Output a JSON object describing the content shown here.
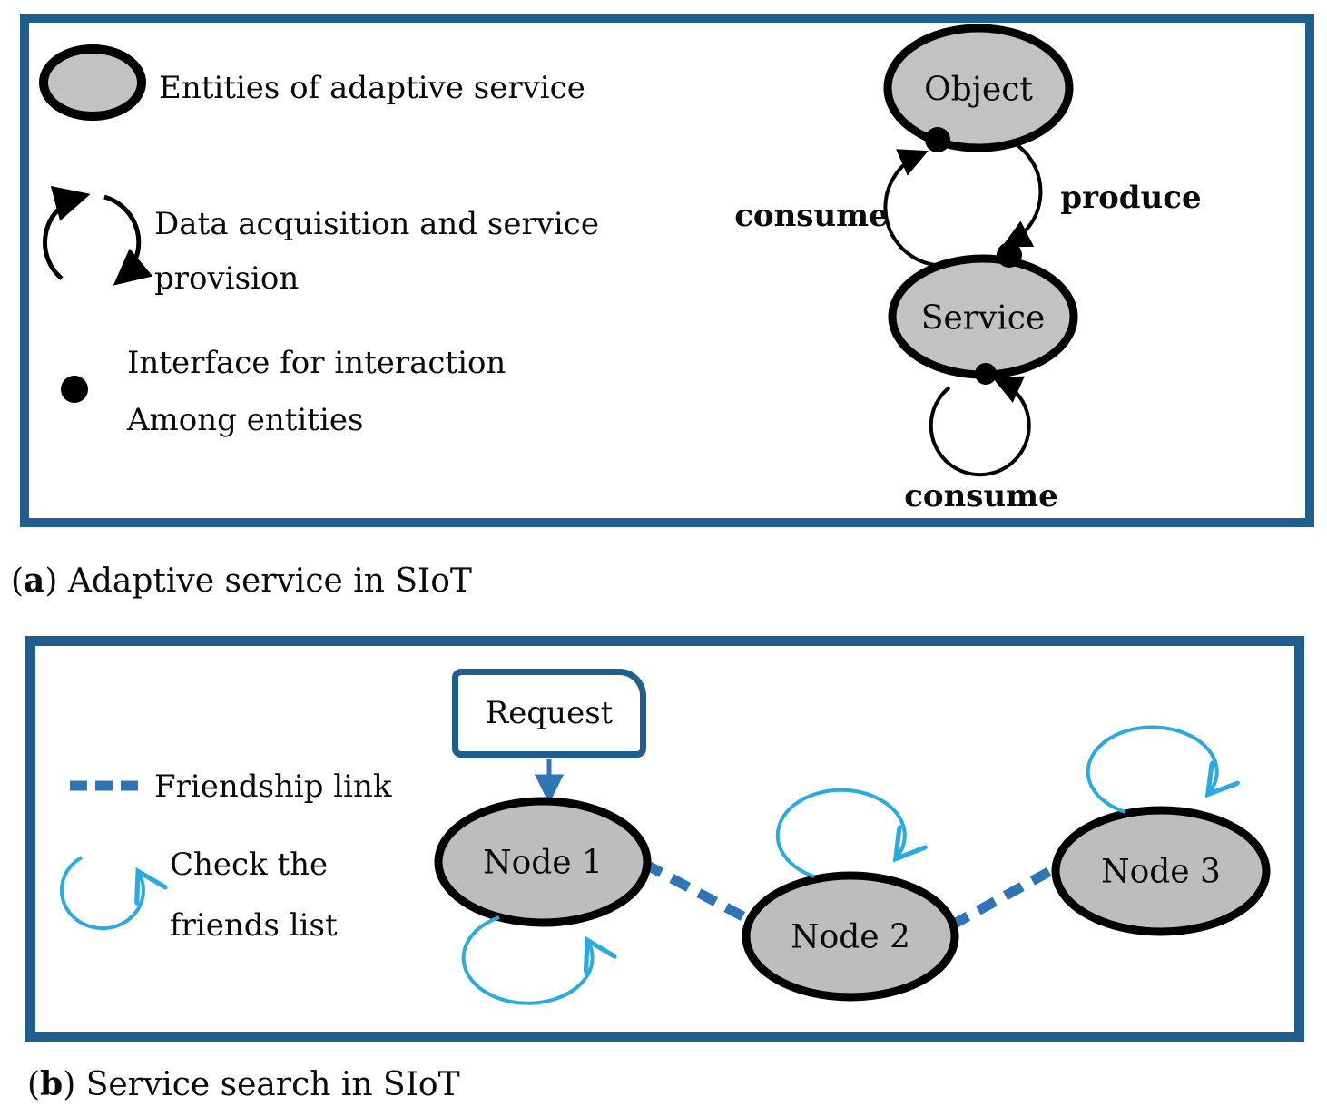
{
  "figure": {
    "panel_a": {
      "legend": {
        "entities_label": "Entities of adaptive service",
        "cycle_label_line1": "Data acquisition and service",
        "cycle_label_line2": "provision",
        "interface_label_line1": "Interface for interaction",
        "interface_label_line2": "Among entities"
      },
      "diagram": {
        "object_label": "Object",
        "service_label": "Service",
        "consume_top_label": "consume",
        "produce_label": "produce",
        "consume_bottom_label": "consume"
      },
      "caption": {
        "open": "(",
        "letter": "a",
        "rest": ") Adaptive service in SIoT"
      }
    },
    "panel_b": {
      "legend": {
        "friendship_label": "Friendship link",
        "check_label_line1": "Check the",
        "check_label_line2": "friends list"
      },
      "diagram": {
        "request_label": "Request",
        "node1_label": "Node 1",
        "node2_label": "Node 2",
        "node3_label": "Node 3"
      },
      "caption": {
        "open": "(",
        "letter": "b",
        "rest": ") Service search in SIoT"
      }
    },
    "colors": {
      "panel_border": "#1F5E8D",
      "link_blue": "#2E75B6",
      "light_blue": "#29ABE2",
      "shape_fill": "#BFBFBF",
      "shape_stroke": "#000000"
    }
  }
}
